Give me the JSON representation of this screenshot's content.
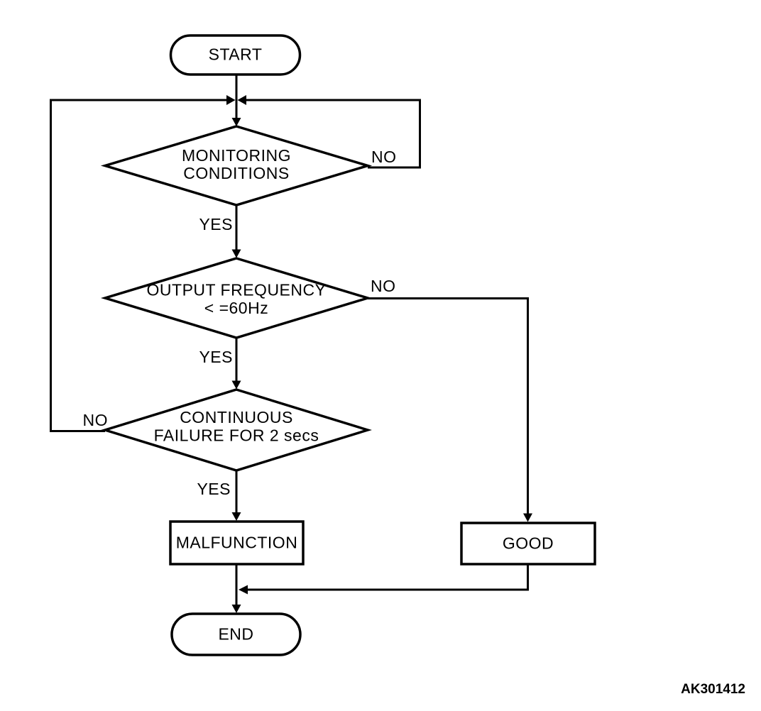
{
  "figure": {
    "code": "AK301412",
    "background_color": "#ffffff",
    "line_color": "#000000",
    "text_color": "#000000"
  },
  "nodes": {
    "start": {
      "type": "terminator",
      "label": "START"
    },
    "monitoring": {
      "type": "decision",
      "line1": "MONITORING",
      "line2": "CONDITIONS"
    },
    "frequency": {
      "type": "decision",
      "line1": "OUTPUT FREQUENCY",
      "line2": "< =60Hz"
    },
    "continuous": {
      "type": "decision",
      "line1": "CONTINUOUS",
      "line2": "FAILURE FOR 2 secs"
    },
    "malfunction": {
      "type": "process",
      "label": "MALFUNCTION"
    },
    "good": {
      "type": "process",
      "label": "GOOD"
    },
    "end": {
      "type": "terminator",
      "label": "END"
    }
  },
  "edges": {
    "monitoring_no": {
      "from": "monitoring",
      "to": "loop-top",
      "label": "NO"
    },
    "monitoring_yes": {
      "from": "monitoring",
      "to": "frequency",
      "label": "YES"
    },
    "frequency_no": {
      "from": "frequency",
      "to": "good",
      "label": "NO"
    },
    "frequency_yes": {
      "from": "frequency",
      "to": "continuous",
      "label": "YES"
    },
    "continuous_no": {
      "from": "continuous",
      "to": "loop-top",
      "label": "NO"
    },
    "continuous_yes": {
      "from": "continuous",
      "to": "malfunction",
      "label": "YES"
    }
  }
}
